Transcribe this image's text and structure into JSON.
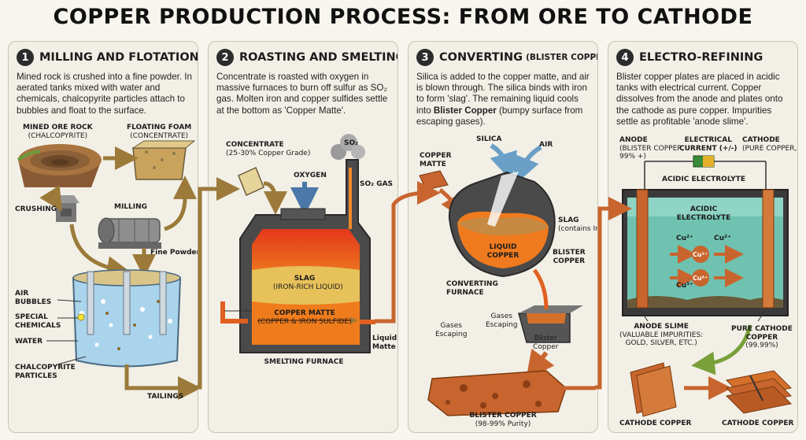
{
  "title": "COPPER PRODUCTION PROCESS: FROM ORE TO CATHODE",
  "colors": {
    "copper": "#c8652e",
    "flow": "#9b7a3a",
    "molten": "#f07a1e",
    "slag": "#d9b34a",
    "liquid": "#7ec3c4",
    "water": "#a9d4ec"
  },
  "panels": [
    {
      "num": "1",
      "title": "MILLING AND FLOTATION",
      "desc": "Mined rock is crushed into a fine powder. In aerated tanks mixed with water and chemicals, chalcopyrite particles attach to bubbles and float to the surface.",
      "labels": {
        "ore_title": "MINED ORE ROCK",
        "ore_sub": "(CHALCOPYRITE)",
        "foam_title": "FLOATING FOAM",
        "foam_sub": "(CONCENTRATE)",
        "crushing": "CRUSHING",
        "milling": "MILLING",
        "powder": "Fine Powder",
        "air": "AIR",
        "bubbles": "BUBBLES",
        "special": "SPECIAL",
        "chemicals": "CHEMICALS",
        "water": "WATER",
        "chalco": "CHALCOPYRITE",
        "particles": "PARTICLES",
        "tailings": "TAILINGS"
      }
    },
    {
      "num": "2",
      "title": "ROASTING AND SMELTING",
      "desc": "Concentrate is roasted with oxygen in massive furnaces to burn off sulfur as SO₂ gas. Molten iron and copper sulfides settle at the bottom as 'Copper Matte'.",
      "labels": {
        "concentrate": "CONCENTRATE",
        "grade": "(25-30% Copper Grade)",
        "oxygen": "OXYGEN",
        "so2": "SO₂",
        "so2gas": "SO₂ GAS",
        "slag": "SLAG",
        "slag_sub": "(IRON-RICH LIQUID)",
        "matte": "COPPER MATTE",
        "matte_sub": "(COPPER & IRON SULFIDE)",
        "liquid": "Liquid",
        "matte2": "Matte",
        "furnace": "SMELTING FURNACE"
      }
    },
    {
      "num": "3",
      "title": "CONVERTING",
      "subtitle": "(BLISTER COPPER)",
      "desc_a": "Silica is added to the copper matte, and air is blown through. The silica binds with iron to form 'slag'. The remaining liquid cools into ",
      "desc_b": "Blister Copper",
      "desc_c": " (bumpy surface from escaping gases).",
      "labels": {
        "silica": "SILICA",
        "air": "AIR",
        "copper": "COPPER",
        "matte": "MATTE",
        "slag": "SLAG",
        "slag_sub": "(contains Iron)",
        "liquid": "LIQUID",
        "liquid2": "COPPER",
        "blister": "BLISTER",
        "blister2": "COPPER",
        "conv": "CONVERTING",
        "conv2": "FURNACE",
        "gases": "Gases",
        "escaping": "Escaping",
        "bl": "Blister",
        "bc": "Copper",
        "bottom": "BLISTER COPPER",
        "purity": "(98-99% Purity)"
      }
    },
    {
      "num": "4",
      "title": "ELECTRO-REFINING",
      "desc": "Blister copper plates are placed in acidic tanks with electrical current. Copper dissolves from the anode and plates onto the cathode as pure copper. Impurities settle as profitable 'anode slime'.",
      "labels": {
        "anode": "ANODE",
        "anode_sub": "(BLISTER COPPER,",
        "anode_sub2": "99% +)",
        "electrical": "ELECTRICAL",
        "current": "CURRENT (+/-)",
        "cathode": "CATHODE",
        "cathode_sub": "(PURE COPPER, -)",
        "acidic": "ACIDIC ELECTROLYTE",
        "acidic2": "ACIDIC",
        "electrolyte": "ELECTROLYTE",
        "ion1": "Cu²⁺",
        "ion2": "Cu²⁺",
        "ion3": "Cu³⁺",
        "ion4": "Cu²⁺",
        "ion5": "Cu³⁺",
        "ion6": "Cu⁸⁺",
        "slime": "ANODE SLIME",
        "slime_sub": "(VALUABLE IMPURITIES:",
        "slime_sub2": "GOLD, SILVER, ETC.)",
        "pure": "PURE CATHODE",
        "pure2": "COPPER",
        "pure3": "(99.99%)",
        "cc1": "CATHODE COPPER",
        "cc2": "CATHODE COPPER"
      }
    }
  ]
}
